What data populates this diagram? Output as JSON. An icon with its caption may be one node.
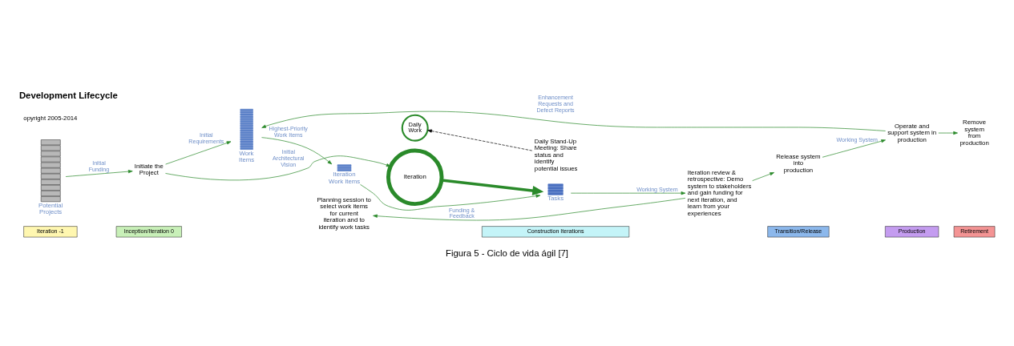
{
  "diagram": {
    "title": "Development Lifecycle",
    "caption": "Figura 5 - Ciclo de vida ágil [7]",
    "nodes": [
      {
        "text": [
          "Potential Projects"
        ]
      },
      {
        "text": [
          "Initiate the Project"
        ]
      },
      {
        "text": [
          "Work Items"
        ]
      },
      {
        "text": [
          "Iteration Work Items"
        ]
      },
      {
        "text": [
          "Tasks"
        ]
      },
      {
        "text": [
          "Iteration"
        ]
      },
      {
        "text": [
          "Daily Work"
        ]
      },
      {
        "text": [
          "Daily Stand-Up Meeting: Share status and identify potential issues"
        ]
      },
      {
        "text": [
          "Planning session to select work items for current iteration and to identify work tasks"
        ]
      },
      {
        "text": [
          "Iteration review & retrospective: Demo system to stakeholders and gain funding for next iteration, and learn from your experiences"
        ]
      },
      {
        "text": [
          "Release system into production"
        ]
      },
      {
        "text": [
          "Operate and support system in production"
        ]
      },
      {
        "text": [
          "Remove system from production"
        ]
      },
      {
        "text": [
          "Iteration -1"
        ]
      },
      {
        "text": [
          "Inception/Iteration 0"
        ]
      },
      {
        "text": [
          "Construction Iterations"
        ]
      },
      {
        "text": [
          "Transition/Release"
        ]
      },
      {
        "text": [
          "Production"
        ]
      },
      {
        "text": [
          "Retirement"
        ]
      }
    ],
    "edges": [
      {
        "from": 0,
        "to": 1,
        "arrow": "to",
        "label": "Initial Funding"
      },
      {
        "from": 1,
        "to": 5,
        "arrow": "to",
        "label": "Initial Architectural Vision"
      },
      {
        "from": 1,
        "to": 2,
        "arrow": "to",
        "label": "Initial Requirements"
      },
      {
        "from": 2,
        "to": 3,
        "arrow": "to",
        "label": "Highest-Priority Work Items"
      },
      {
        "from": 3,
        "to": 4,
        "arrow": "to"
      },
      {
        "from": 5,
        "to": 4,
        "arrow": "to",
        "style": "thick"
      },
      {
        "from": 4,
        "to": 9,
        "arrow": "to",
        "label": "Working System"
      },
      {
        "from": 9,
        "to": 10,
        "arrow": "to"
      },
      {
        "from": 10,
        "to": 11,
        "arrow": "to",
        "label": "Working System"
      },
      {
        "from": 11,
        "to": 12,
        "arrow": "to"
      },
      {
        "from": 7,
        "to": 6,
        "arrow": "to",
        "style": "dashed",
        "color": "#000000"
      },
      {
        "from": 9,
        "to": 8,
        "arrow": "to",
        "label": "Funding & Feedback"
      },
      {
        "from": 11,
        "to": 2,
        "arrow": "to",
        "label": "Enhancement Requests and Defect Reports"
      }
    ],
    "labels": [
      "opyright 2005-2014"
    ]
  }
}
